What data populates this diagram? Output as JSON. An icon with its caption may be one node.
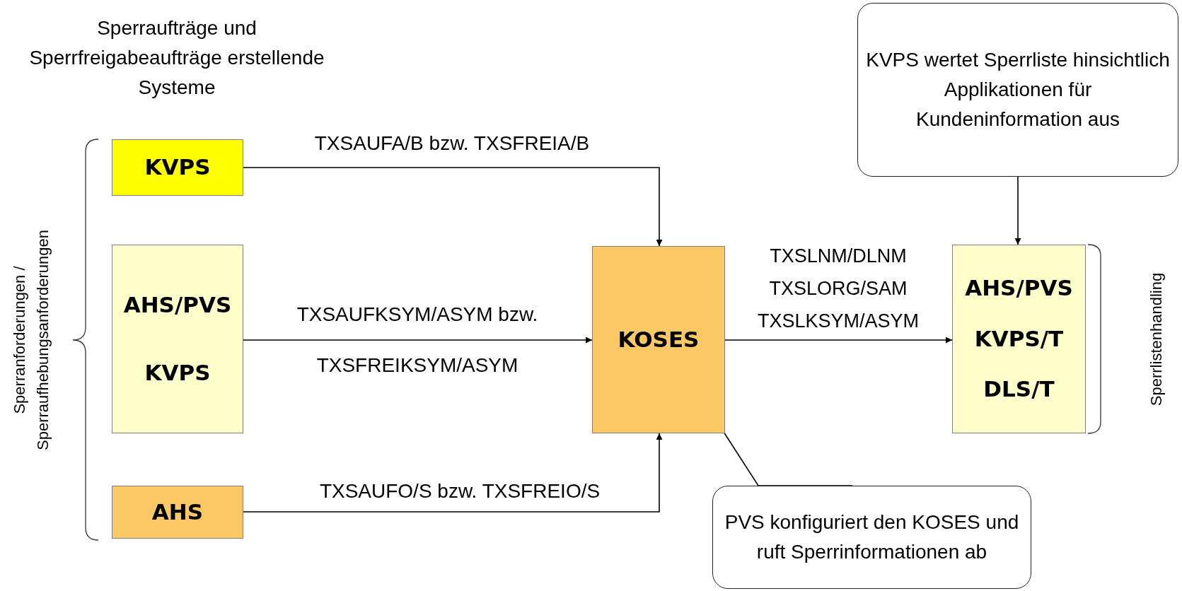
{
  "diagram": {
    "nodes": [
      {
        "text": [
          "KVPS"
        ]
      },
      {
        "text": [
          "AHS/PVS",
          "KVPS"
        ]
      },
      {
        "text": [
          "AHS"
        ]
      },
      {
        "text": [
          "KOSES"
        ]
      },
      {
        "text": [
          "AHS/PVS",
          "KVPS/T",
          "DLS/T"
        ]
      },
      {
        "text": [
          "KVPS wertet Sperrliste hinsichtlich Applikationen für Kundeninformation aus"
        ]
      },
      {
        "text": [
          "PVS konfiguriert den KOSES und ruft Sperrinformationen ab"
        ]
      }
    ],
    "edges": [
      {
        "from": 0,
        "to": 3,
        "arrow": "to",
        "label": "TXSAUFA/B bzw. TXSFREIA/B"
      },
      {
        "from": 1,
        "to": 3,
        "arrow": "to",
        "label": "TXSAUFKSYM/ASYM bzw. TXSFREIKSYM/ASYM"
      },
      {
        "from": 2,
        "to": 3,
        "arrow": "to",
        "label": "TXSAUFO/S bzw. TXSFREIO/S"
      },
      {
        "from": 3,
        "to": 4,
        "arrow": "to",
        "label": "TXSLNM/DLNM TXSLORG/SAM TXSLKSYM/ASYM"
      },
      {
        "from": 5,
        "to": 4,
        "arrow": "to"
      },
      {
        "from": 6,
        "to": 3,
        "arrow": "none"
      }
    ],
    "labels": [
      "Sperraufträge und Sperrfreigabeaufträge erstellende Systeme",
      "Sperranforderungen / Sperraufhebungsanforderungen",
      "Sperrlistenhandling"
    ]
  }
}
